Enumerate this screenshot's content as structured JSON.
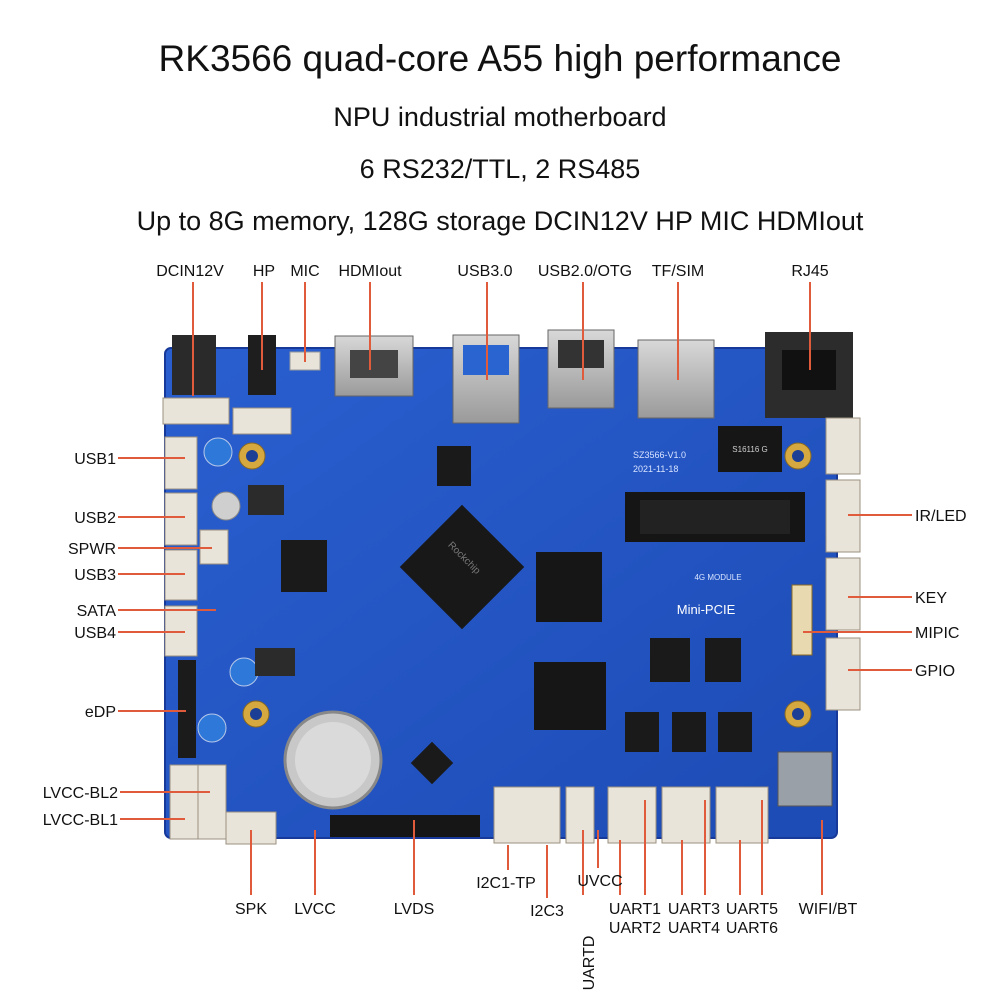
{
  "title": {
    "line1": "RK3566 quad-core A55 high performance",
    "line2": "NPU industrial motherboard",
    "line3": "6 RS232/TTL, 2 RS485",
    "line4": "Up to 8G memory, 128G storage DCIN12V HP MIC HDMIout"
  },
  "board": {
    "model": "SZ3566-V1.0",
    "date": "2021-11-18",
    "chip_brand": "Rockchip",
    "module_label": "4G MODULE",
    "eth_chip": "S16116 G"
  },
  "colors": {
    "board_blue": "#2456c8",
    "leader_red": "#e05a3c",
    "connector_white": "#e8e4da",
    "text": "#111111"
  },
  "labels": {
    "top": [
      "DCIN12V",
      "HP",
      "MIC",
      "HDMIout",
      "USB3.0",
      "USB2.0/OTG",
      "TF/SIM",
      "RJ45"
    ],
    "left": [
      "USB1",
      "USB2",
      "SPWR",
      "USB3",
      "SATA",
      "USB4",
      "eDP",
      "LVCC-BL2",
      "LVCC-BL1"
    ],
    "right": [
      "IR/LED",
      "KEY",
      "MIPIC",
      "GPIO"
    ],
    "bottom": [
      "SPK",
      "LVCC",
      "LVDS",
      "I2C1-TP",
      "I2C3",
      "UARTD",
      "UVCC",
      "UART1",
      "UART2",
      "UART3",
      "UART4",
      "UART5",
      "UART6",
      "WIFI/BT"
    ],
    "onboard": [
      "Mini-PCIE"
    ]
  }
}
